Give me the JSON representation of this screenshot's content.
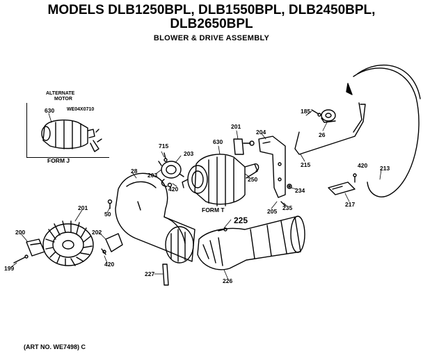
{
  "title": {
    "line1": "MODELS DLB1250BPL, DLB1550BPL, DLB2450BPL,",
    "line2": "DLB2650BPL",
    "subtitle": "BLOWER & DRIVE ASSEMBLY"
  },
  "inset": {
    "label_top": "ALTERNATE",
    "label_bottom": "MOTOR",
    "part_number": "WE04X0710",
    "form_label": "FORM J",
    "part": "630"
  },
  "callouts": {
    "p630_inset": "630",
    "p185": "185",
    "p26": "26",
    "p201": "201",
    "p204": "204",
    "p215": "215",
    "p203a": "203",
    "p630": "630",
    "p250": "250",
    "p420a": "420",
    "p213": "213",
    "p217": "217",
    "p234": "234",
    "p235": "235",
    "p205": "205",
    "p203b": "203",
    "p420b": "420",
    "form_t": "FORM T",
    "p28": "28",
    "p50": "50",
    "p201b": "201",
    "p200": "200",
    "p199": "199",
    "p202": "202",
    "p420c": "420",
    "p225": "225",
    "p226": "226",
    "p227": "227",
    "p715": "715"
  },
  "art_no": "(ART NO. WE7498) C"
}
